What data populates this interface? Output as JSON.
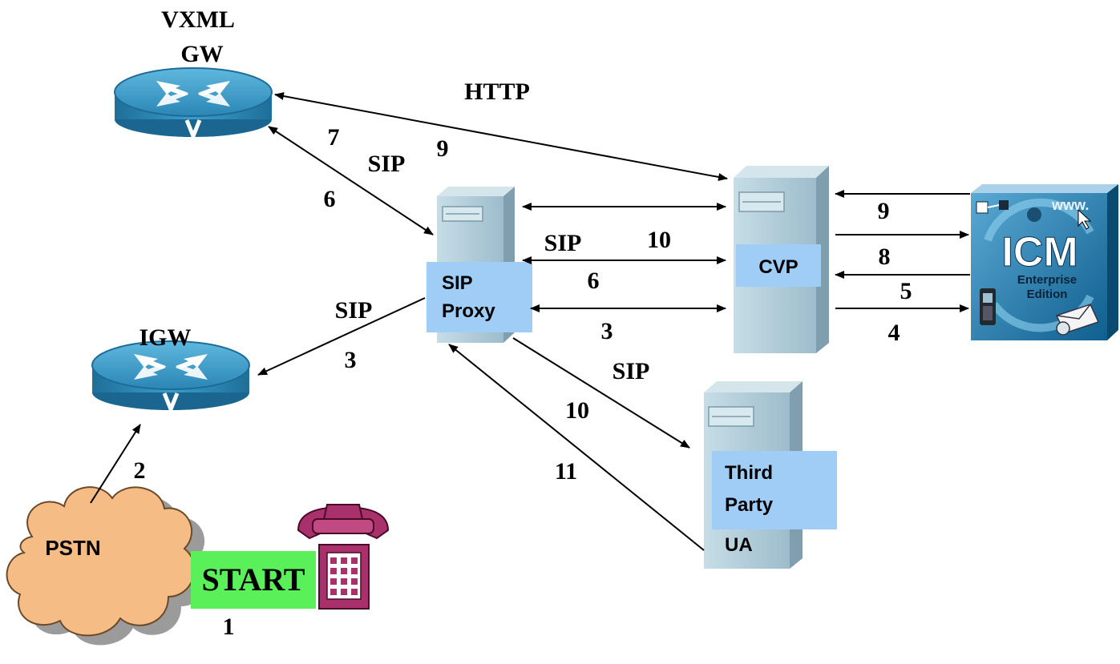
{
  "nodes": {
    "vxml_gw": {
      "label_line1": "VXML",
      "label_line2": "GW"
    },
    "igw": {
      "label": "IGW"
    },
    "sip_proxy": {
      "label_line1": "SIP",
      "label_line2": "Proxy"
    },
    "cvp": {
      "label": "CVP"
    },
    "third_party": {
      "label_line1": "Third",
      "label_line2": "Party",
      "label_line3": "UA"
    },
    "icm": {
      "title": "ICM",
      "subtitle_line1": "Enterprise",
      "subtitle_line2": "Edition",
      "url_text": "www."
    },
    "pstn": {
      "label": "PSTN"
    },
    "start": {
      "label": "START"
    }
  },
  "edges": {
    "http_label": "HTTP",
    "sip_gw_label": "SIP",
    "sip_proxy_cvp_label": "SIP",
    "sip_igw_label": "SIP",
    "sip_third_label": "SIP",
    "n7": "7",
    "n9_gw": "9",
    "n6_gw": "6",
    "n10_top": "10",
    "n6_mid": "6",
    "n3_mid": "3",
    "n3_igw": "3",
    "n2": "2",
    "n1": "1",
    "n10_third": "10",
    "n11": "11",
    "n9_icm": "9",
    "n8": "8",
    "n5": "5",
    "n4": "4"
  },
  "colors": {
    "router_blue": "#2f8fbf",
    "server_face": "#b7d2de",
    "label_box": "#9fcdf5",
    "cloud": "#f6bc86",
    "start_green": "#5af05a",
    "phone": "#a8316b"
  }
}
